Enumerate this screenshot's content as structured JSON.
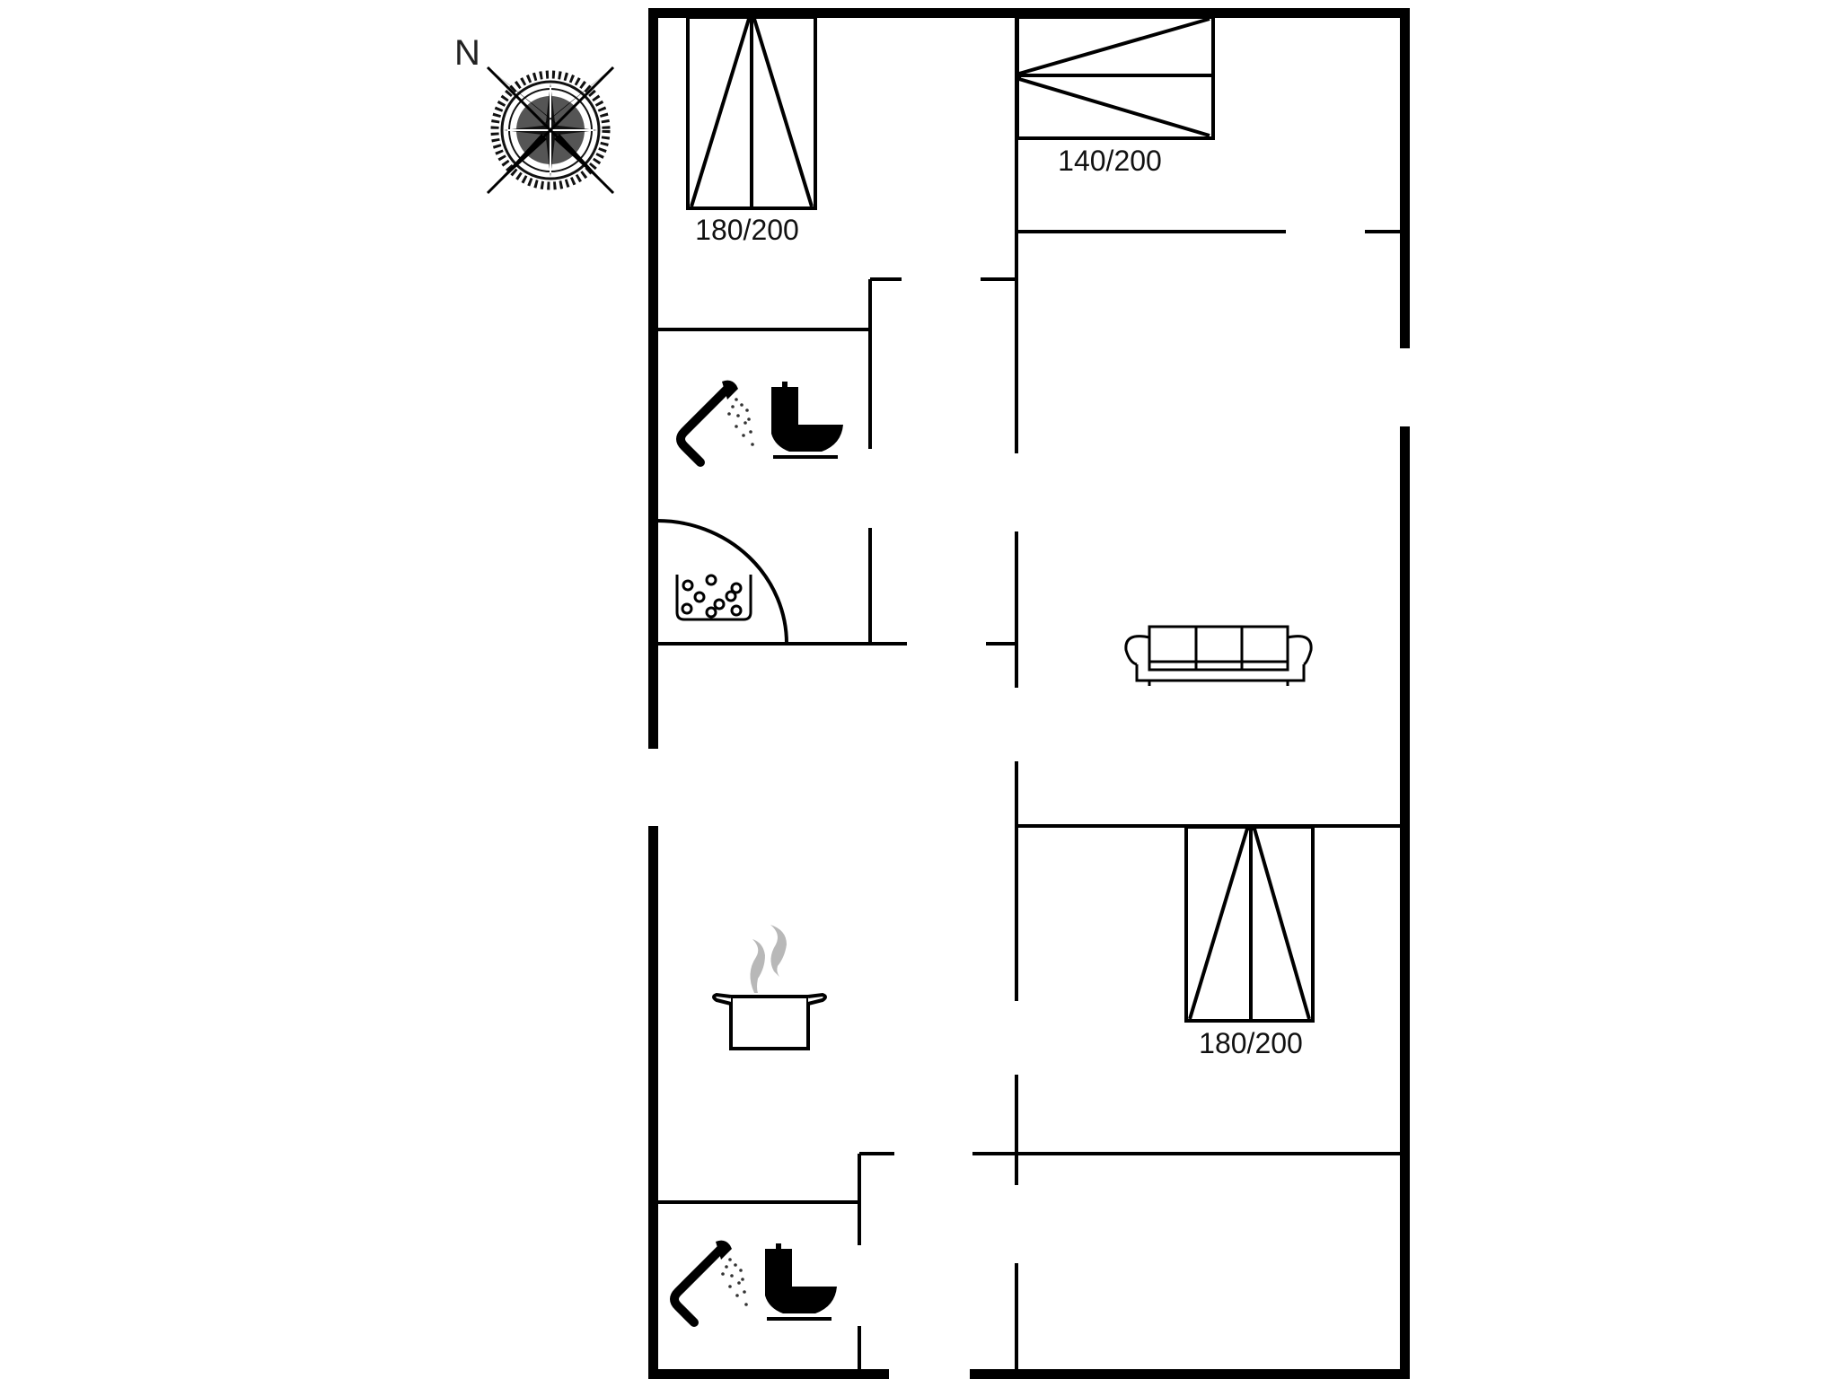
{
  "floorplan": {
    "compass": {
      "north_label": "N",
      "icon": "compass-rose-icon"
    },
    "beds": [
      {
        "label": "180/200",
        "icon": "double-bed-icon",
        "room": "bedroom-northwest"
      },
      {
        "label": "140/200",
        "icon": "double-bed-icon",
        "room": "bedroom-northeast"
      },
      {
        "label": "180/200",
        "icon": "double-bed-icon",
        "room": "bedroom-southeast"
      }
    ],
    "fixtures": [
      {
        "icon": "shower-icon",
        "room": "bathroom-upper"
      },
      {
        "icon": "toilet-icon",
        "room": "bathroom-upper"
      },
      {
        "icon": "sauna-icon",
        "room": "sauna"
      },
      {
        "icon": "sofa-icon",
        "room": "living-room"
      },
      {
        "icon": "cooking-pot-icon",
        "room": "kitchen"
      },
      {
        "icon": "shower-icon",
        "room": "bathroom-lower"
      },
      {
        "icon": "toilet-icon",
        "room": "bathroom-lower"
      }
    ],
    "colors": {
      "wall": "#000000",
      "background": "#ffffff",
      "steam": "#b8b8b8"
    }
  }
}
